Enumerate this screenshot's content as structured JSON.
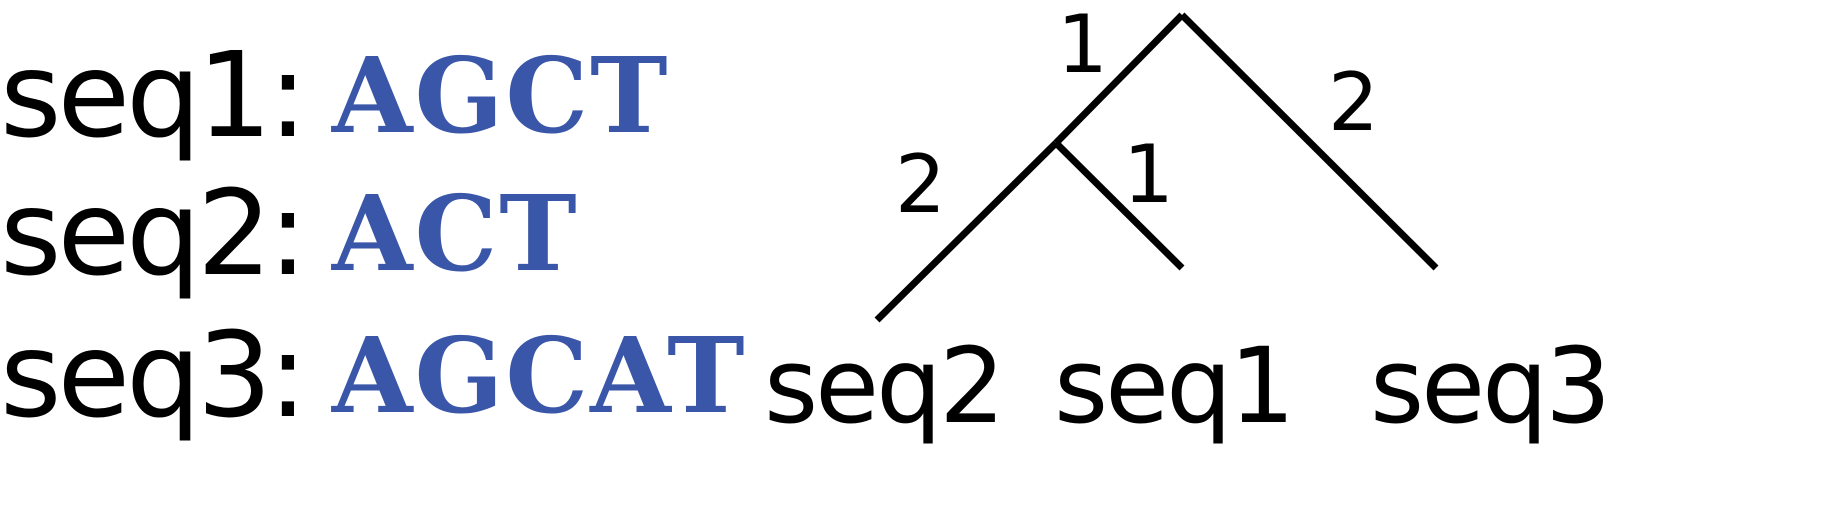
{
  "colors": {
    "sequence_text": "#3a56a8",
    "tree": "#000000"
  },
  "sequences": [
    {
      "label": "seq1:",
      "value": "AGCT"
    },
    {
      "label": "seq2:",
      "value": "ACT"
    },
    {
      "label": "seq3:",
      "value": "AGCAT"
    }
  ],
  "tree": {
    "leaves": [
      "seq2",
      "seq1",
      "seq3"
    ],
    "branch_lengths": {
      "root_to_internal": "1",
      "root_to_seq3": "2",
      "internal_to_seq2": "2",
      "internal_to_seq1": "1"
    }
  }
}
